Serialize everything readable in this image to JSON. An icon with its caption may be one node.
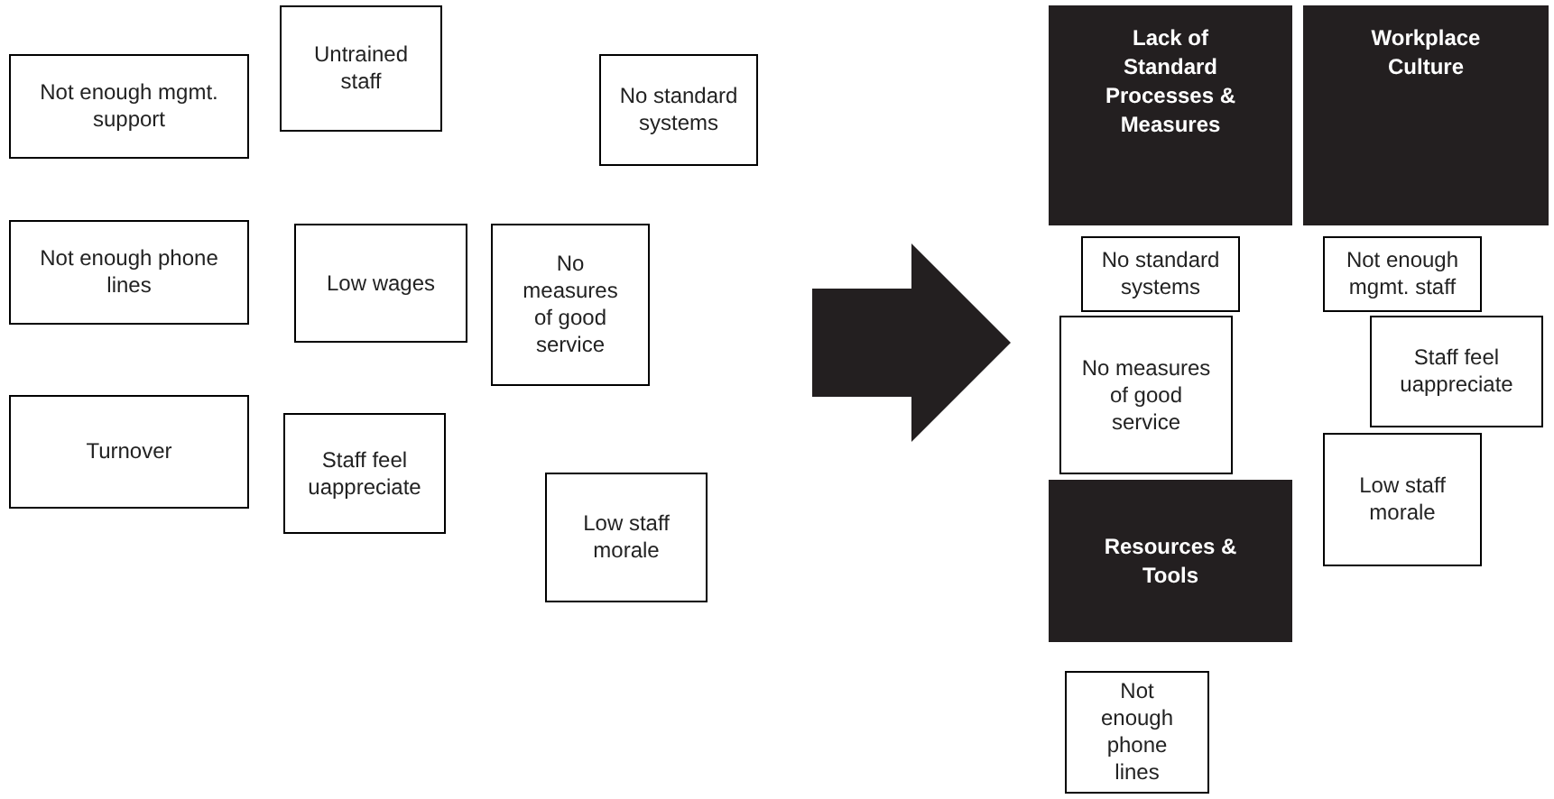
{
  "diagram": {
    "nodes": [
      {
        "text": [
          "Not enough mgmt. support"
        ]
      },
      {
        "text": [
          "Untrained staff"
        ]
      },
      {
        "text": [
          "No standard systems"
        ]
      },
      {
        "text": [
          "Not enough phone lines"
        ]
      },
      {
        "text": [
          "Low wages"
        ]
      },
      {
        "text": [
          "No measures of good service"
        ]
      },
      {
        "text": [
          "Turnover"
        ]
      },
      {
        "text": [
          "Staff feel uappreciate"
        ]
      },
      {
        "text": [
          "Low staff morale"
        ]
      },
      {
        "text": [
          "Lack of Standard Processes & Measures"
        ]
      },
      {
        "text": [
          "Workplace Culture"
        ]
      },
      {
        "text": [
          "No standard systems"
        ]
      },
      {
        "text": [
          "No measures of good service"
        ]
      },
      {
        "text": [
          "Not enough mgmt. staff"
        ]
      },
      {
        "text": [
          "Staff feel uappreciate"
        ]
      },
      {
        "text": [
          "Low staff morale"
        ]
      },
      {
        "text": [
          "Resources & Tools"
        ]
      },
      {
        "text": [
          "Not enough phone lines"
        ]
      }
    ]
  }
}
